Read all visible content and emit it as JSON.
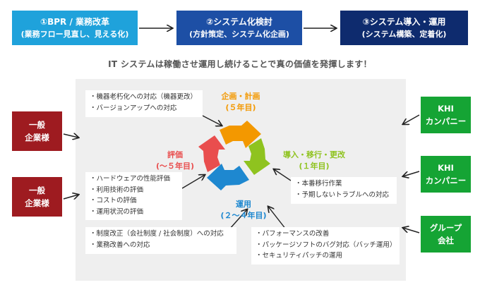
{
  "steps": [
    {
      "title": "①BPR / 業務改革",
      "sub": "(業務フロー見直し、見える化)"
    },
    {
      "title": "②システム化検討",
      "sub": "(方針策定、システム化企画)"
    },
    {
      "title": "③システム導入・運用",
      "sub": "(システム構築、定着化)"
    }
  ],
  "slogan": "IT システムは稼働させ運用し続けることで真の価値を発揮します！",
  "cycle": {
    "plan": {
      "title": "企画・計画",
      "period": "(５年目)"
    },
    "deploy": {
      "title": "導入・移行・更改",
      "period": "(１年目)"
    },
    "operate": {
      "title": "運用",
      "period": "(２～４年目)"
    },
    "evaluate": {
      "title": "評価",
      "period": "(～５年目)"
    }
  },
  "boxes": {
    "plan_items": [
      "機器老朽化への対応（機器更改）",
      "バージョンアップへの対応"
    ],
    "eval_items": [
      "ハードウェアの性能評価",
      "利用技術の評価",
      "コストの評価",
      "運用状況の評価"
    ],
    "deploy_items": [
      "本番移行作業",
      "予期しないトラブルへの対応"
    ],
    "reform_items": [
      "制度改正（会社制度 / 社会制度）への対応",
      "業務改善への対応"
    ],
    "operate_items": [
      "パフォーマンスの改善",
      "パッケージソフトのバグ対応（バッチ運用）",
      "セキュリティパッチの運用"
    ]
  },
  "clients": {
    "left_top": [
      "一般",
      "企業様"
    ],
    "left_bottom": [
      "一般",
      "企業様"
    ],
    "right_top": [
      "KHI",
      "カンパニー"
    ],
    "right_mid": [
      "KHI",
      "カンパニー"
    ],
    "right_bottom": [
      "グループ",
      "会社"
    ]
  },
  "colors": {
    "step1": "#1fa2db",
    "step2": "#1d4fa5",
    "step3": "#0e2b6e",
    "plan": "#f39800",
    "deploy": "#8fc31f",
    "operate": "#1e88d0",
    "evaluate": "#e94e4e",
    "client_red": "#9e1b20",
    "client_green": "#15a434"
  }
}
